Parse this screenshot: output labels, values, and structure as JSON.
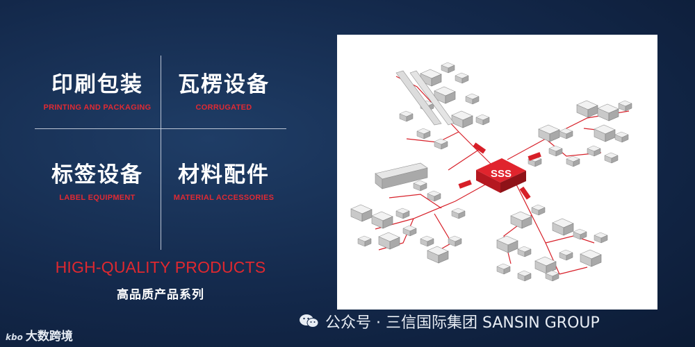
{
  "categories": [
    {
      "cn": "印刷包装",
      "en": "PRINTING AND PACKAGING"
    },
    {
      "cn": "瓦楞设备",
      "en": "CORRUGATED"
    },
    {
      "cn": "标签设备",
      "en": "LABEL EQUIPMENT"
    },
    {
      "cn": "材料配件",
      "en": "MATERIAL ACCESSORIES"
    }
  ],
  "tagline": {
    "en": "HIGH-QUALITY PRODUCTS",
    "cn": "高品质产品系列"
  },
  "hub": {
    "logo_text": "SSS"
  },
  "watermark": {
    "left_logo": "kbo",
    "left_text": "大数跨境",
    "right_text": "公众号 · 三信国际集团 SANSIN GROUP"
  },
  "colors": {
    "accent_red": "#e0282f",
    "background": "#13284a"
  }
}
